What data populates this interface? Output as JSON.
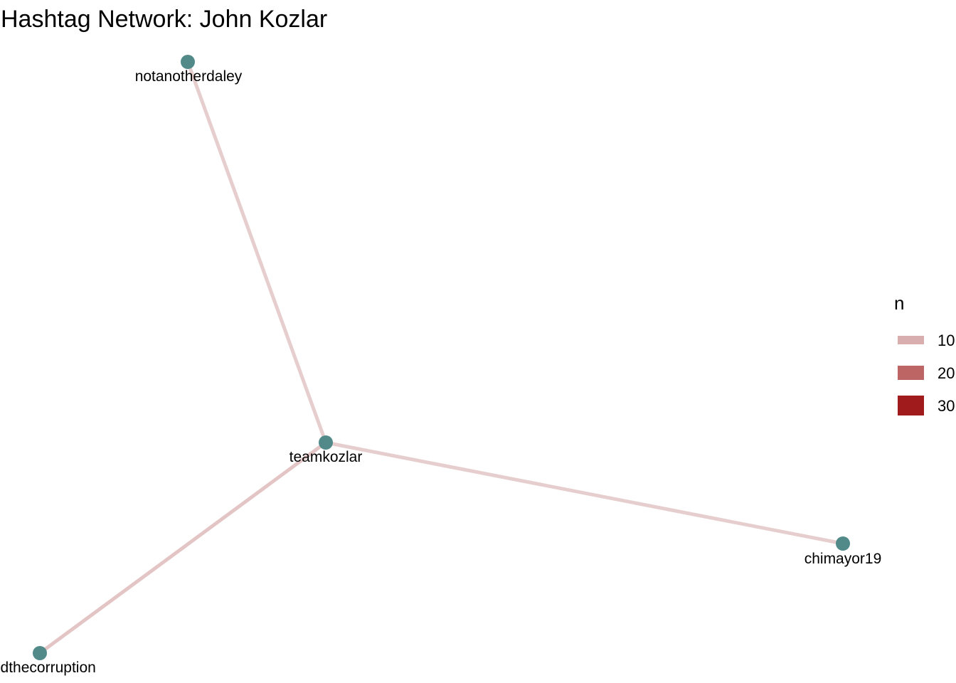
{
  "title": "Hashtag Network: John Kozlar",
  "colors": {
    "node": "#528a8a",
    "edge_low": "#d8b0b0",
    "edge_high": "#a01c1c"
  },
  "legend": {
    "title": "n",
    "entries": [
      {
        "label": "10",
        "value": 10,
        "color": "#d8aeae"
      },
      {
        "label": "20",
        "value": 20,
        "color": "#bd6565"
      },
      {
        "label": "30",
        "value": 30,
        "color": "#a01c1c"
      }
    ]
  },
  "chart_data": {
    "type": "network",
    "nodes": [
      {
        "id": "notanotherdaley",
        "label": "notanotherdaley"
      },
      {
        "id": "teamkozlar",
        "label": "teamkozlar"
      },
      {
        "id": "chimayor19",
        "label": "chimayor19"
      },
      {
        "id": "endthecorruption",
        "label": "endthecorruption"
      }
    ],
    "edges": [
      {
        "source": "teamkozlar",
        "target": "notanotherdaley",
        "n": 3
      },
      {
        "source": "teamkozlar",
        "target": "chimayor19",
        "n": 3
      },
      {
        "source": "teamkozlar",
        "target": "endthecorruption",
        "n": 6
      }
    ]
  }
}
